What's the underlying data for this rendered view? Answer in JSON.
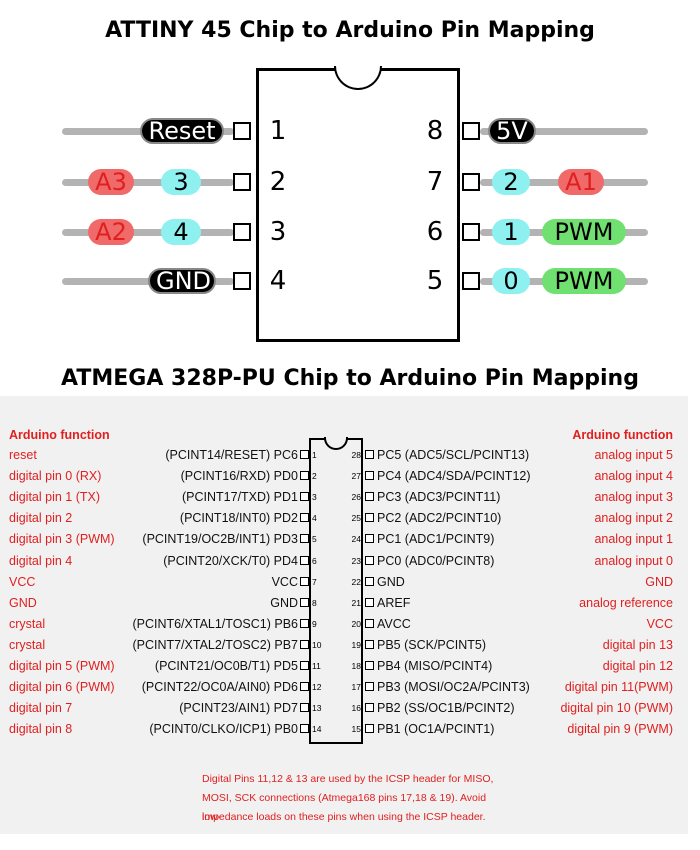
{
  "titles": {
    "attiny": "ATTINY 45 Chip to Arduino Pin Mapping",
    "atmega": "ATMEGA 328P-PU Chip to Arduino Pin Mapping"
  },
  "attiny": {
    "left_pins": [
      {
        "num": "1",
        "labels": [
          {
            "text": "Reset",
            "color": "black"
          }
        ]
      },
      {
        "num": "2",
        "labels": [
          {
            "text": "A3",
            "color": "red"
          },
          {
            "text": "3",
            "color": "cyan"
          }
        ]
      },
      {
        "num": "3",
        "labels": [
          {
            "text": "A2",
            "color": "red"
          },
          {
            "text": "4",
            "color": "cyan"
          }
        ]
      },
      {
        "num": "4",
        "labels": [
          {
            "text": "GND",
            "color": "black"
          }
        ]
      }
    ],
    "right_pins": [
      {
        "num": "8",
        "labels": [
          {
            "text": "5V",
            "color": "black"
          }
        ]
      },
      {
        "num": "7",
        "labels": [
          {
            "text": "2",
            "color": "cyan"
          },
          {
            "text": "A1",
            "color": "red"
          }
        ]
      },
      {
        "num": "6",
        "labels": [
          {
            "text": "1",
            "color": "cyan"
          },
          {
            "text": "PWM",
            "color": "green"
          }
        ]
      },
      {
        "num": "5",
        "labels": [
          {
            "text": "0",
            "color": "cyan"
          },
          {
            "text": "PWM",
            "color": "green"
          }
        ]
      }
    ]
  },
  "atmega": {
    "header_left": "Arduino function",
    "header_right": "Arduino function",
    "left": [
      {
        "num": "1",
        "func": "reset",
        "pin": "(PCINT14/RESET) PC6"
      },
      {
        "num": "2",
        "func": "digital pin 0 (RX)",
        "pin": "(PCINT16/RXD) PD0"
      },
      {
        "num": "3",
        "func": "digital pin 1 (TX)",
        "pin": "(PCINT17/TXD) PD1"
      },
      {
        "num": "4",
        "func": "digital pin 2",
        "pin": "(PCINT18/INT0) PD2"
      },
      {
        "num": "5",
        "func": "digital pin 3 (PWM)",
        "pin": "(PCINT19/OC2B/INT1) PD3"
      },
      {
        "num": "6",
        "func": "digital pin 4",
        "pin": "(PCINT20/XCK/T0) PD4"
      },
      {
        "num": "7",
        "func": "VCC",
        "pin": "VCC"
      },
      {
        "num": "8",
        "func": "GND",
        "pin": "GND"
      },
      {
        "num": "9",
        "func": "crystal",
        "pin": "(PCINT6/XTAL1/TOSC1) PB6"
      },
      {
        "num": "10",
        "func": "crystal",
        "pin": "(PCINT7/XTAL2/TOSC2) PB7"
      },
      {
        "num": "11",
        "func": "digital pin 5 (PWM)",
        "pin": "(PCINT21/OC0B/T1) PD5"
      },
      {
        "num": "12",
        "func": "digital pin 6 (PWM)",
        "pin": "(PCINT22/OC0A/AIN0) PD6"
      },
      {
        "num": "13",
        "func": "digital pin 7",
        "pin": "(PCINT23/AIN1) PD7"
      },
      {
        "num": "14",
        "func": "digital pin 8",
        "pin": "(PCINT0/CLKO/ICP1) PB0"
      }
    ],
    "right": [
      {
        "num": "28",
        "pin": "PC5 (ADC5/SCL/PCINT13)",
        "func": "analog input 5"
      },
      {
        "num": "27",
        "pin": "PC4 (ADC4/SDA/PCINT12)",
        "func": "analog input 4"
      },
      {
        "num": "26",
        "pin": "PC3 (ADC3/PCINT11)",
        "func": "analog input 3"
      },
      {
        "num": "25",
        "pin": "PC2 (ADC2/PCINT10)",
        "func": "analog input 2"
      },
      {
        "num": "24",
        "pin": "PC1 (ADC1/PCINT9)",
        "func": "analog input 1"
      },
      {
        "num": "23",
        "pin": "PC0 (ADC0/PCINT8)",
        "func": "analog input 0"
      },
      {
        "num": "22",
        "pin": "GND",
        "func": "GND"
      },
      {
        "num": "21",
        "pin": "AREF",
        "func": "analog reference"
      },
      {
        "num": "20",
        "pin": "AVCC",
        "func": "VCC"
      },
      {
        "num": "19",
        "pin": "PB5 (SCK/PCINT5)",
        "func": "digital pin 13"
      },
      {
        "num": "18",
        "pin": "PB4 (MISO/PCINT4)",
        "func": "digital pin 12"
      },
      {
        "num": "17",
        "pin": "PB3 (MOSI/OC2A/PCINT3)",
        "func": "digital pin 11(PWM)"
      },
      {
        "num": "16",
        "pin": "PB2 (SS/OC1B/PCINT2)",
        "func": "digital pin 10 (PWM)"
      },
      {
        "num": "15",
        "pin": "PB1 (OC1A/PCINT1)",
        "func": "digital pin 9 (PWM)"
      }
    ],
    "note_lines": [
      "Digital Pins 11,12 & 13 are used by the ICSP header for MISO,",
      "MOSI, SCK connections (Atmega168  pins 17,18 & 19). Avoid low-",
      "impedance loads on these pins when  using the ICSP header."
    ]
  }
}
